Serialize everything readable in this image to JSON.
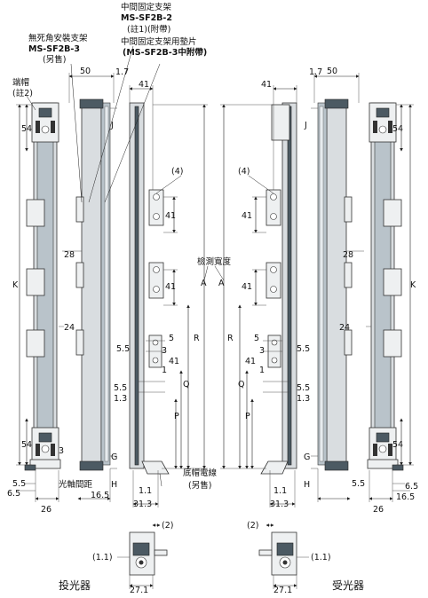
{
  "titles": {
    "emitter": "投光器",
    "receiver": "受光器"
  },
  "labels": {
    "mid_bracket": "中間固定支架",
    "mid_bracket_part": "MS-SF2B-2",
    "note1_attached": "(註1)(附帶)",
    "deadzone_bracket": "無死角安裝支架",
    "deadzone_part": "MS-SF2B-3",
    "spacer": "中間固定支架用墊片",
    "spacer_part": "(MS-SF2B-3中附帶)",
    "sold_separately": "(另售)",
    "end_cap": "端帽",
    "note2": "(註2)",
    "detection_width": "檢測寬度",
    "beam_pitch": "光軸間距",
    "bottom_cable": "底帽電線"
  },
  "dims": {
    "d50": "50",
    "d1_7": "1.7",
    "d41": "41",
    "d54": "54",
    "d4": "(4)",
    "d28": "28",
    "d24": "24",
    "d5": "5",
    "d5_5": "5.5",
    "d3": "3",
    "d1": "1",
    "d1_3": "1.3",
    "d6_5": "6.5",
    "d16_5": "16.5",
    "d26": "26",
    "d1_1": "1.1",
    "d31_3": "31.3",
    "d2": "(2)",
    "d1_1p": "(1.1)",
    "d27_1": "27.1",
    "J": "J",
    "K": "K",
    "A": "A",
    "R": "R",
    "Q": "Q",
    "P": "P",
    "G": "G",
    "H": "H"
  }
}
